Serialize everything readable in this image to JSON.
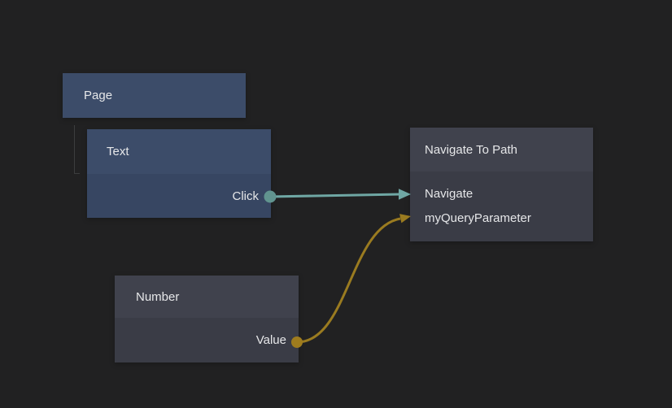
{
  "colors": {
    "background": "#212122",
    "signal_connection": "#6fa7a4",
    "signal_port": "#61948f",
    "data_connection": "#9a7b20",
    "data_port": "#9f7c1e",
    "visual_node_header": "#3c4c69",
    "visual_node_body": "#374662",
    "logic_node_header": "#40424d",
    "logic_node_body": "#3a3c46",
    "hierarchy_line": "#3c3d3e",
    "label_text": "#e6e7e9"
  },
  "nodes": {
    "page": {
      "title": "Page",
      "type": "visual"
    },
    "text": {
      "title": "Text",
      "type": "visual",
      "outputs": {
        "click": {
          "label": "Click"
        }
      }
    },
    "navigate_to_path": {
      "title": "Navigate To Path",
      "type": "logic",
      "inputs": {
        "navigate": {
          "label": "Navigate"
        },
        "my_query_parameter": {
          "label": "myQueryParameter"
        }
      }
    },
    "number": {
      "title": "Number",
      "type": "logic",
      "outputs": {
        "value": {
          "label": "Value"
        }
      }
    }
  },
  "hierarchy": [
    {
      "parent": "Page",
      "child": "Text"
    }
  ],
  "connections": [
    {
      "from": "Text.Click",
      "to": "Navigate To Path.Navigate",
      "type": "signal",
      "color": "#6fa7a4",
      "port_color": "#61948f"
    },
    {
      "from": "Number.Value",
      "to": "Navigate To Path.myQueryParameter",
      "type": "data",
      "color": "#9a7b20",
      "port_color": "#9f7c1e"
    }
  ]
}
